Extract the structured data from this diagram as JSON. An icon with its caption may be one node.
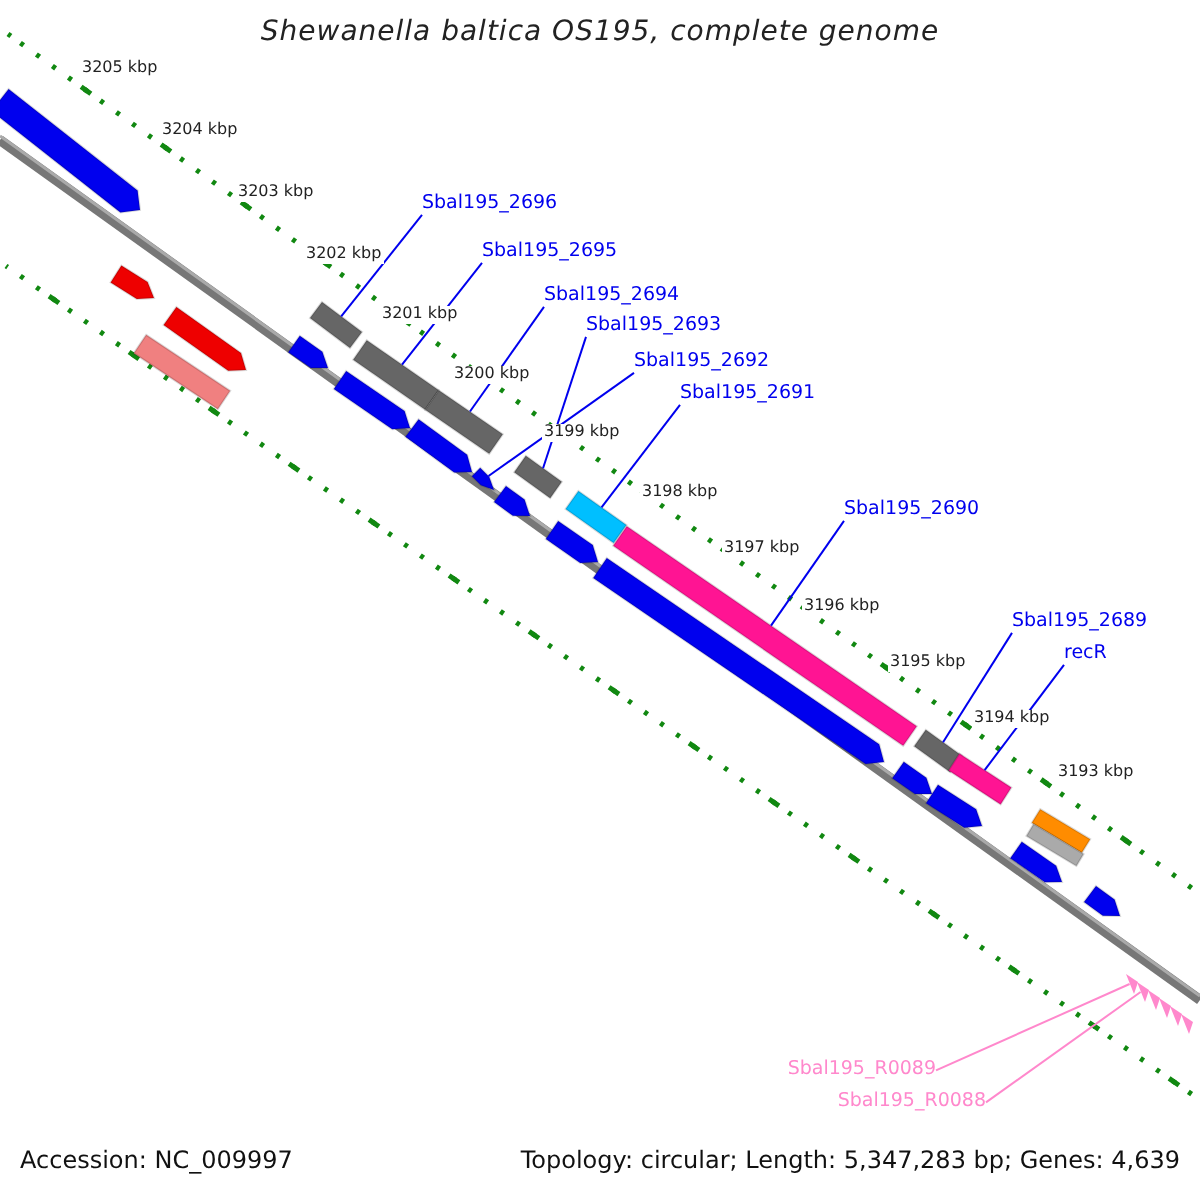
{
  "diagram": {
    "title": "Shewanella baltica OS195, complete genome",
    "nodes": [
      {
        "text": [
          "Sbal195_2696"
        ]
      },
      {
        "text": [
          "Sbal195_2695"
        ]
      },
      {
        "text": [
          "Sbal195_2694"
        ]
      },
      {
        "text": [
          "Sbal195_2693"
        ]
      },
      {
        "text": [
          "Sbal195_2692"
        ]
      },
      {
        "text": [
          "Sbal195_2691"
        ]
      },
      {
        "text": [
          "Sbal195_2690"
        ]
      },
      {
        "text": [
          "Sbal195_2689"
        ]
      },
      {
        "text": [
          "recR"
        ]
      },
      {
        "text": [
          "Sbal195_R0089"
        ]
      },
      {
        "text": [
          "Sbal195_R0088"
        ]
      },
      {
        "text": [],
        "shape": "bar"
      },
      {
        "text": [],
        "shape": "bar"
      },
      {
        "text": [],
        "shape": "bar"
      },
      {
        "text": [],
        "shape": "bar"
      },
      {
        "text": [],
        "shape": "arrow"
      },
      {
        "text": [],
        "shape": "bar"
      },
      {
        "text": [],
        "shape": "bar"
      },
      {
        "text": [],
        "shape": "bar"
      },
      {
        "text": [],
        "shape": "bar"
      },
      {
        "text": [],
        "shape": "arrow"
      },
      {
        "text": [],
        "shape": "arrow"
      }
    ],
    "edges": [
      {
        "from": 0,
        "to": 11,
        "arrow": "none"
      },
      {
        "from": 1,
        "to": 12,
        "arrow": "none"
      },
      {
        "from": 2,
        "to": 13,
        "arrow": "none"
      },
      {
        "from": 3,
        "to": 14,
        "arrow": "none"
      },
      {
        "from": 4,
        "to": 15,
        "arrow": "none"
      },
      {
        "from": 5,
        "to": 16,
        "arrow": "none"
      },
      {
        "from": 6,
        "to": 17,
        "arrow": "none"
      },
      {
        "from": 7,
        "to": 18,
        "arrow": "none"
      },
      {
        "from": 8,
        "to": 19,
        "arrow": "none"
      },
      {
        "from": 9,
        "to": 20,
        "arrow": "none",
        "color": "#ff88cc"
      },
      {
        "from": 10,
        "to": 21,
        "arrow": "none",
        "color": "#ff88cc"
      }
    ],
    "labels": [
      "3205 kbp",
      "3204 kbp",
      "3203 kbp",
      "3202 kbp",
      "3201 kbp",
      "3200 kbp",
      "3199 kbp",
      "3198 kbp",
      "3197 kbp",
      "3196 kbp",
      "3195 kbp",
      "3194 kbp",
      "3193 kbp",
      "Accession: NC_009997",
      "Topology: circular; Length: 5,347,283 bp; Genes: 4,639"
    ]
  }
}
